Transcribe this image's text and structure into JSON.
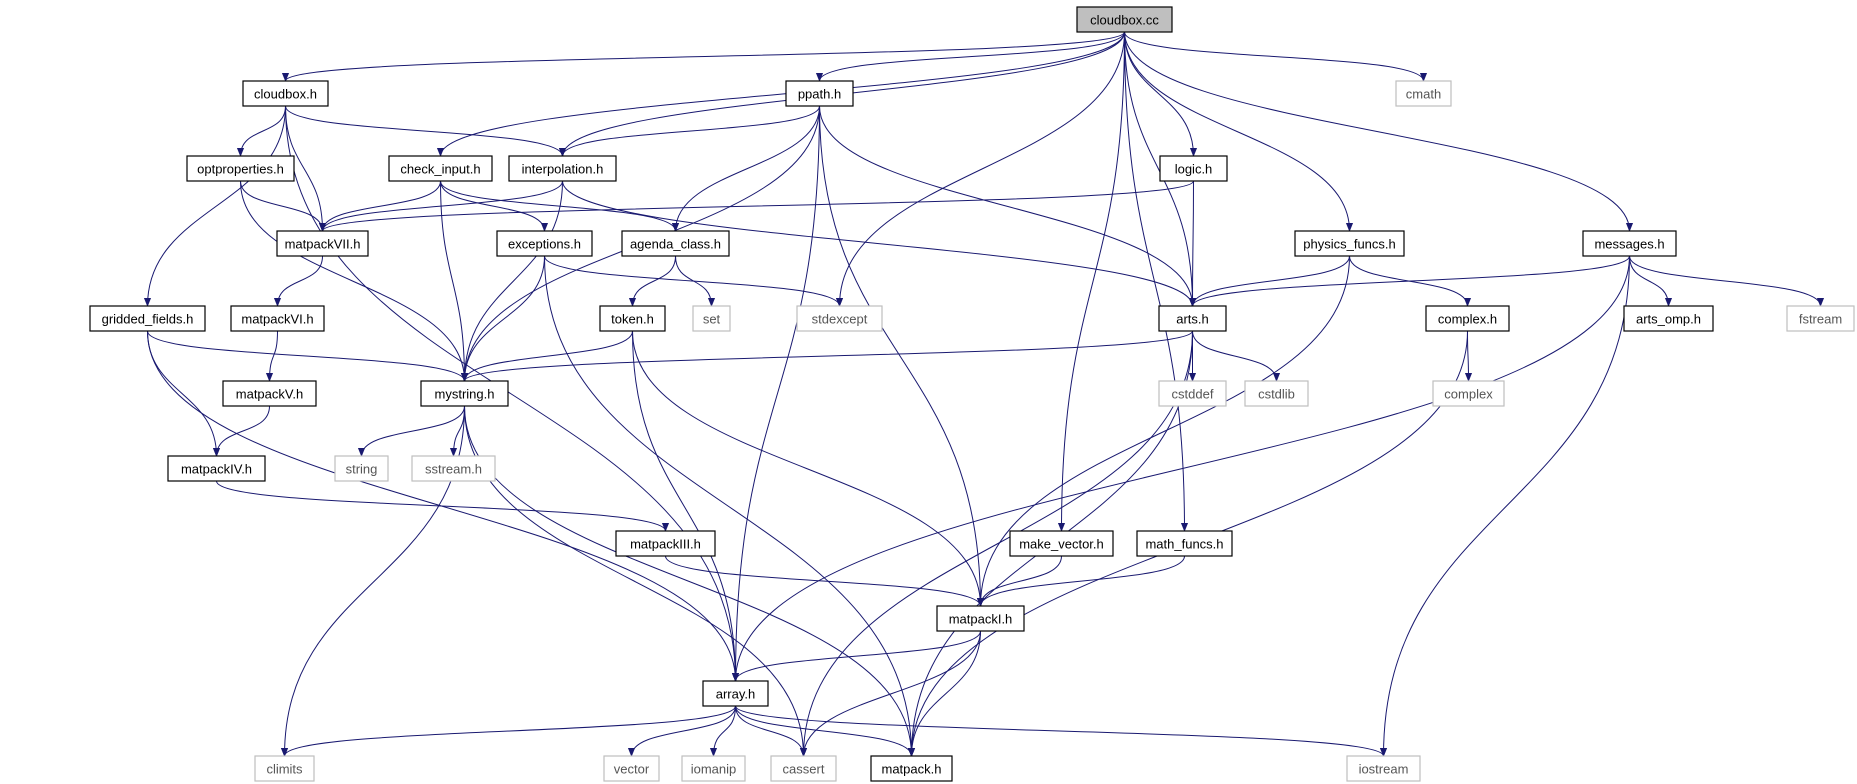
{
  "colors": {
    "edge": "#191970",
    "root_fill": "#bfbfbf",
    "node_border": "#000000",
    "missing_border": "#bfbfbf"
  },
  "nodes": [
    {
      "id": "cloudbox_cc",
      "label": "cloudbox.cc",
      "style": "root"
    },
    {
      "id": "cloudbox_h",
      "label": "cloudbox.h",
      "style": "normal"
    },
    {
      "id": "ppath_h",
      "label": "ppath.h",
      "style": "normal"
    },
    {
      "id": "cmath",
      "label": "cmath",
      "style": "missing"
    },
    {
      "id": "optproperties_h",
      "label": "optproperties.h",
      "style": "normal"
    },
    {
      "id": "check_input_h",
      "label": "check_input.h",
      "style": "normal"
    },
    {
      "id": "interpolation_h",
      "label": "interpolation.h",
      "style": "normal"
    },
    {
      "id": "logic_h",
      "label": "logic.h",
      "style": "normal"
    },
    {
      "id": "matpackVII_h",
      "label": "matpackVII.h",
      "style": "normal"
    },
    {
      "id": "exceptions_h",
      "label": "exceptions.h",
      "style": "normal"
    },
    {
      "id": "agenda_class_h",
      "label": "agenda_class.h",
      "style": "normal"
    },
    {
      "id": "physics_funcs_h",
      "label": "physics_funcs.h",
      "style": "normal"
    },
    {
      "id": "messages_h",
      "label": "messages.h",
      "style": "normal"
    },
    {
      "id": "gridded_fields_h",
      "label": "gridded_fields.h",
      "style": "normal"
    },
    {
      "id": "matpackVI_h",
      "label": "matpackVI.h",
      "style": "normal"
    },
    {
      "id": "token_h",
      "label": "token.h",
      "style": "normal"
    },
    {
      "id": "set",
      "label": "set",
      "style": "missing"
    },
    {
      "id": "stdexcept",
      "label": "stdexcept",
      "style": "missing"
    },
    {
      "id": "arts_h",
      "label": "arts.h",
      "style": "normal"
    },
    {
      "id": "complex_h",
      "label": "complex.h",
      "style": "normal"
    },
    {
      "id": "arts_omp_h",
      "label": "arts_omp.h",
      "style": "normal"
    },
    {
      "id": "fstream",
      "label": "fstream",
      "style": "missing"
    },
    {
      "id": "matpackV_h",
      "label": "matpackV.h",
      "style": "normal"
    },
    {
      "id": "mystring_h",
      "label": "mystring.h",
      "style": "normal"
    },
    {
      "id": "cstddef",
      "label": "cstddef",
      "style": "missing"
    },
    {
      "id": "cstdlib",
      "label": "cstdlib",
      "style": "missing"
    },
    {
      "id": "complex",
      "label": "complex",
      "style": "missing"
    },
    {
      "id": "matpackIV_h",
      "label": "matpackIV.h",
      "style": "normal"
    },
    {
      "id": "string",
      "label": "string",
      "style": "missing"
    },
    {
      "id": "sstream_h",
      "label": "sstream.h",
      "style": "missing"
    },
    {
      "id": "matpackIII_h",
      "label": "matpackIII.h",
      "style": "normal"
    },
    {
      "id": "make_vector_h",
      "label": "make_vector.h",
      "style": "normal"
    },
    {
      "id": "math_funcs_h",
      "label": "math_funcs.h",
      "style": "normal"
    },
    {
      "id": "matpackI_h",
      "label": "matpackI.h",
      "style": "normal"
    },
    {
      "id": "array_h",
      "label": "array.h",
      "style": "normal"
    },
    {
      "id": "climits",
      "label": "climits",
      "style": "missing"
    },
    {
      "id": "vector",
      "label": "vector",
      "style": "missing"
    },
    {
      "id": "iomanip",
      "label": "iomanip",
      "style": "missing"
    },
    {
      "id": "cassert",
      "label": "cassert",
      "style": "missing"
    },
    {
      "id": "matpack_h",
      "label": "matpack.h",
      "style": "normal"
    },
    {
      "id": "iostream",
      "label": "iostream",
      "style": "missing"
    }
  ]
}
